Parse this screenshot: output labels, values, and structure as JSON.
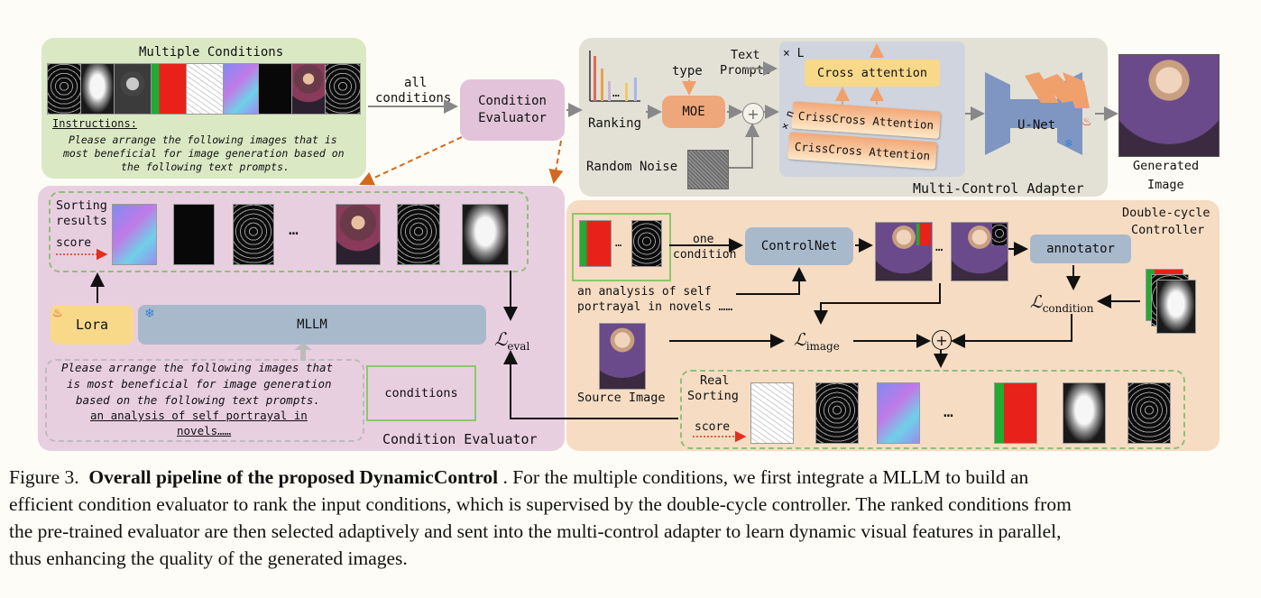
{
  "multiple_conditions": {
    "title": "Multiple Conditions",
    "instructions_label": "Instructions:",
    "instructions_text": [
      "Please arrange the following images that is",
      "most beneficial for image generation based on",
      "the following text prompts."
    ]
  },
  "all_conditions_label": [
    "all",
    "conditions"
  ],
  "condition_evaluator_box": [
    "Condition",
    "Evaluator"
  ],
  "adapter": {
    "ranking_label": "Ranking",
    "ellipsis": "…",
    "type_label": "type",
    "moe_label": "MOE",
    "text_prompts_label": [
      "Text",
      "Prompts"
    ],
    "random_noise_label": "Random Noise",
    "times_l": "× L",
    "times_n": "× n",
    "cross_attention": "Cross attention",
    "crisscross_1": "CrissCross Attention",
    "crisscross_2": "CrissCross Attention",
    "unet": "U-Net",
    "title": "Multi-Control Adapter",
    "generated_label": [
      "Generated",
      "Image"
    ],
    "plus": "+"
  },
  "evaluator": {
    "sorting_label": [
      "Sorting",
      "results"
    ],
    "score_label": "score",
    "ellipsis": "…",
    "lora_label": "Lora",
    "mllm_label": "MLLM",
    "prompt_lines": [
      "Please arrange the following images that",
      "is most beneficial for image generation",
      "based on the following text prompts."
    ],
    "prompt_underline": [
      "an analysis of self portrayal in",
      "novels……"
    ],
    "conditions_label": "conditions",
    "loss_eval": "ℒ",
    "loss_eval_sub": "eval",
    "title": "Condition Evaluator"
  },
  "controller": {
    "title": [
      "Double-cycle",
      "Controller"
    ],
    "ellipsis": "…",
    "one_condition": [
      "one",
      "condition"
    ],
    "controlnet": "ControlNet",
    "annotator": "annotator",
    "analysis_text": [
      "an analysis of self",
      "portrayal in novels ……"
    ],
    "source_label": "Source Image",
    "loss_image": "ℒ",
    "loss_image_sub": "image",
    "loss_condition": "ℒ",
    "loss_condition_sub": "condition",
    "real_sorting": [
      "Real",
      "Sorting"
    ],
    "score_label": "score",
    "plus": "+"
  },
  "caption": {
    "prefix": "Figure 3.",
    "bold": "Overall pipeline of the proposed DynamicControl",
    "lines": [
      " .  For the multiple conditions, we first integrate a MLLM to build an",
      "efficient condition evaluator to rank the input conditions, which is supervised by the double-cycle controller. The ranked conditions from",
      "the pre-trained evaluator are then selected adaptively and sent into the multi-control adapter to learn dynamic visual features in parallel,",
      "thus enhancing the quality of the generated images."
    ]
  },
  "colors": {
    "green_panel": "#dbe8c4",
    "pink_panel": "#e8cfe0",
    "gray_panel": "#e3e1d6",
    "orange_panel": "#f6dcc3",
    "blue_box": "#a9b9cc",
    "orange_box": "#eea77a",
    "yellow_box": "#f8d98a",
    "dashed_green": "#8fbf7a",
    "arrow_orange": "#d2691e"
  }
}
